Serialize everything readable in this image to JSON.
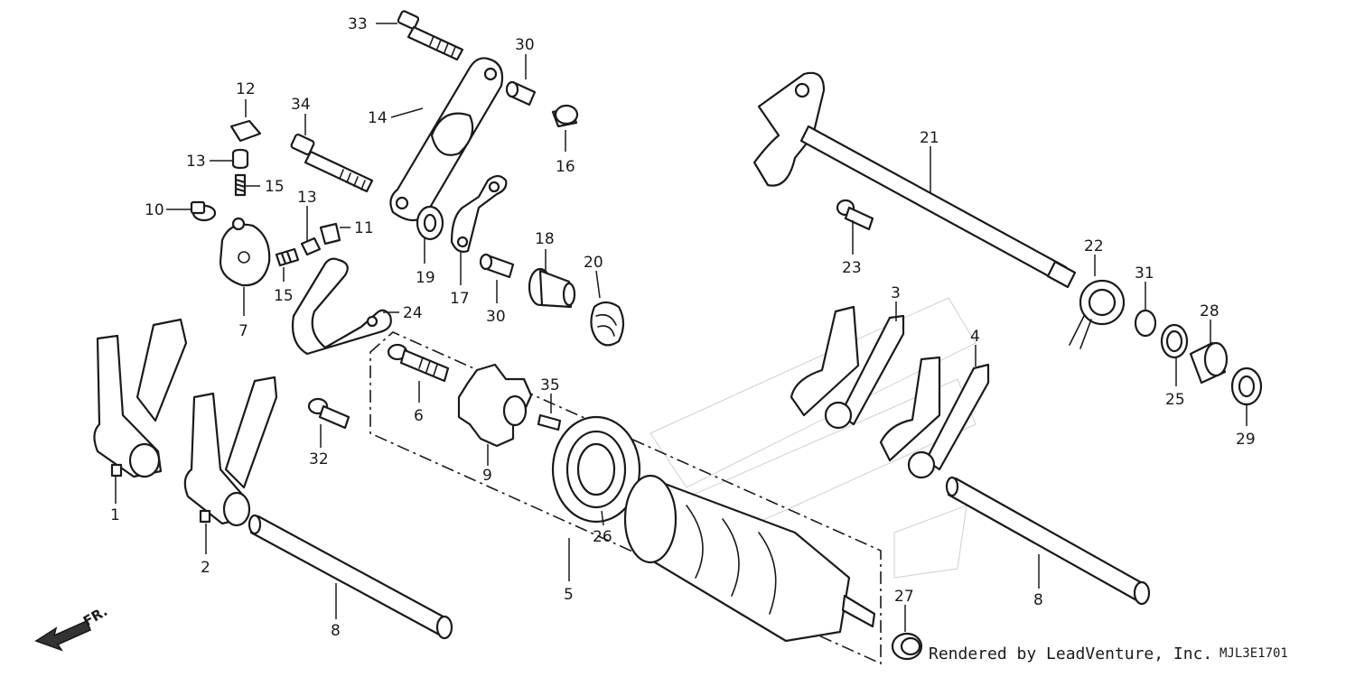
{
  "callouts": {
    "c1": "1",
    "c2": "2",
    "c3": "3",
    "c4": "4",
    "c5": "5",
    "c6": "6",
    "c7": "7",
    "c8a": "8",
    "c8b": "8",
    "c9": "9",
    "c10": "10",
    "c11": "11",
    "c12": "12",
    "c13a": "13",
    "c13b": "13",
    "c14": "14",
    "c15a": "15",
    "c15b": "15",
    "c16": "16",
    "c17": "17",
    "c18": "18",
    "c19": "19",
    "c20": "20",
    "c21": "21",
    "c22": "22",
    "c23": "23",
    "c24": "24",
    "c25": "25",
    "c26": "26",
    "c27": "27",
    "c28": "28",
    "c29": "29",
    "c30a": "30",
    "c30b": "30",
    "c31": "31",
    "c32": "32",
    "c33": "33",
    "c34": "34",
    "c35": "35"
  },
  "front_arrow": {
    "label": "FR.",
    "icon": "front-arrow-icon"
  },
  "footer": {
    "rendered_by": "Rendered by LeadVenture, Inc.",
    "diagram_code": "MJL3E1701"
  }
}
